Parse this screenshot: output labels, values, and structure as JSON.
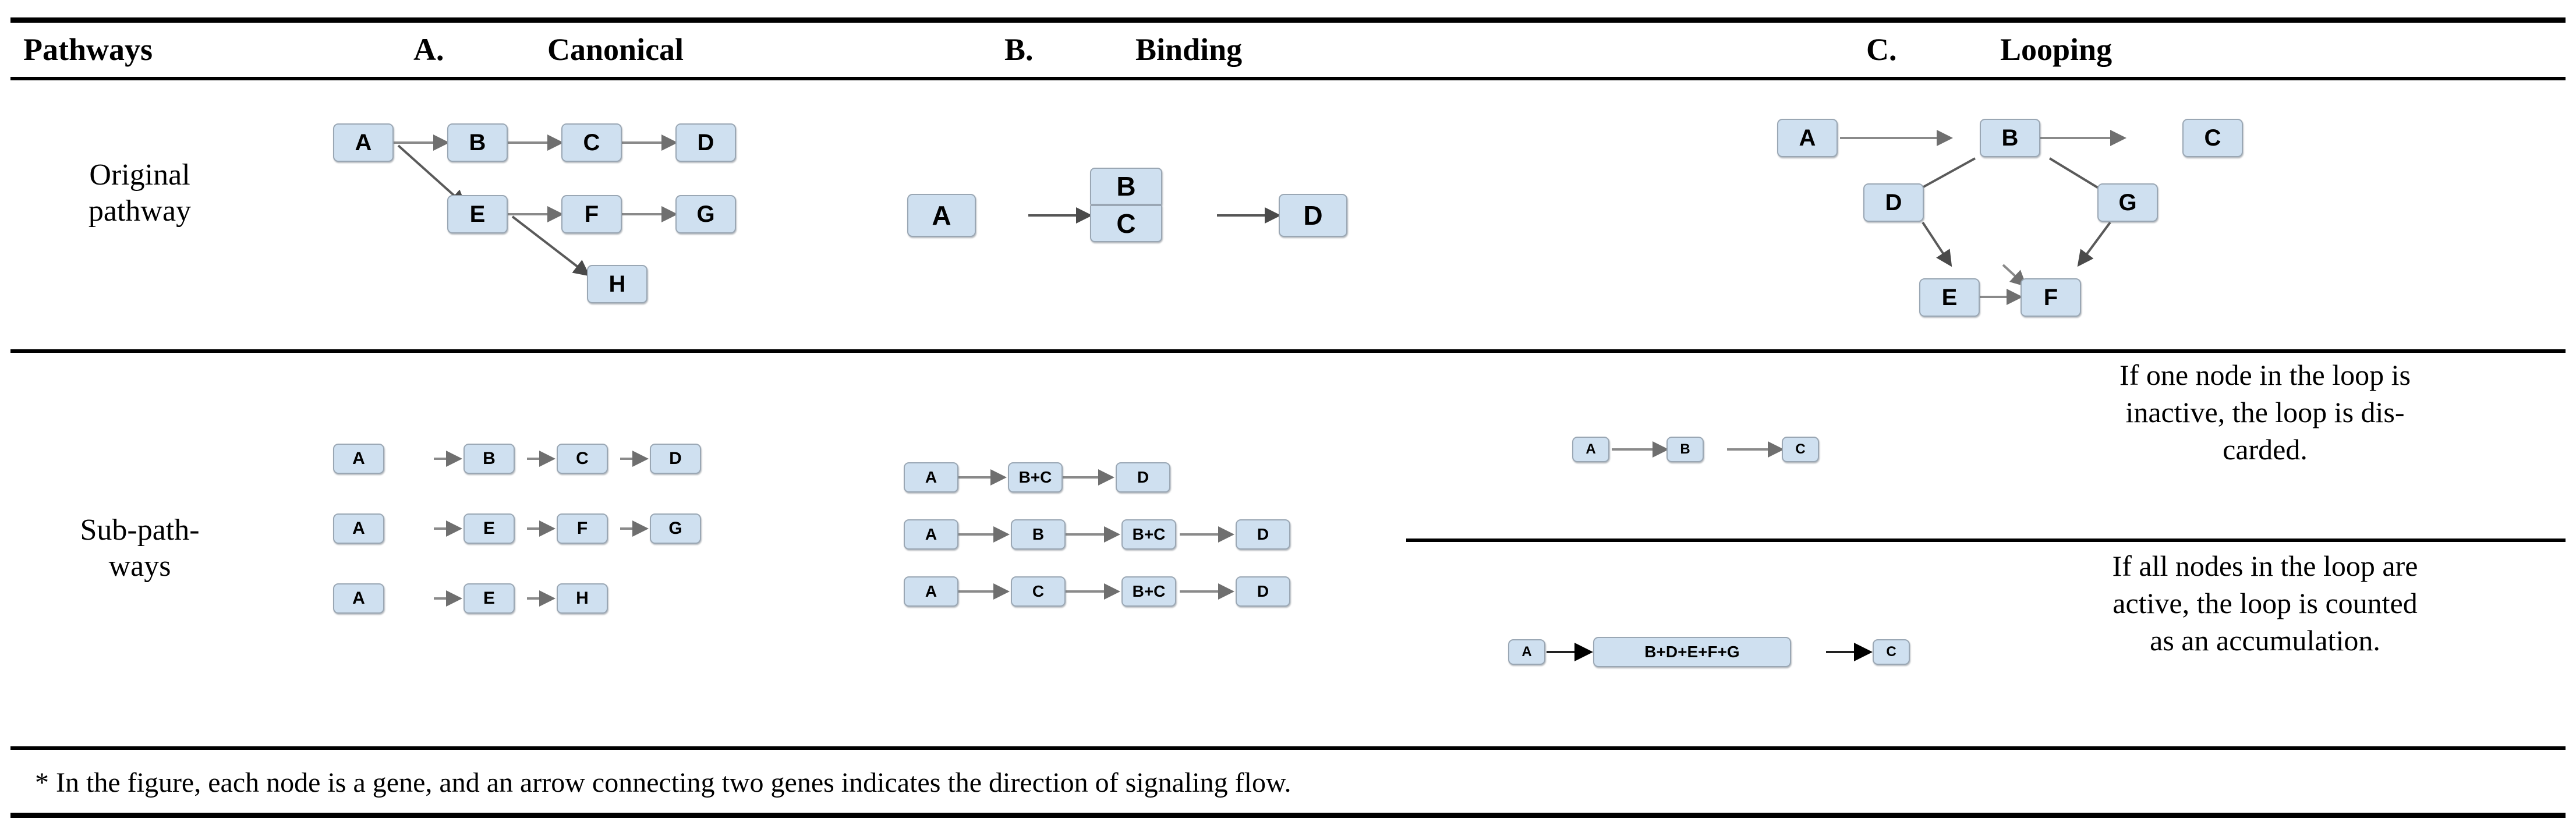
{
  "header": {
    "row_label_col": "Pathways",
    "columns": [
      {
        "letter": "A.",
        "title": "Canonical"
      },
      {
        "letter": "B.",
        "title": "Binding"
      },
      {
        "letter": "C.",
        "title": "Looping"
      }
    ]
  },
  "rows": [
    {
      "id": "original",
      "label_line1": "Original",
      "label_line2": "pathway"
    },
    {
      "id": "sub",
      "label_line1": "Sub-path-",
      "label_line2": "ways"
    }
  ],
  "original_pathway": {
    "canonical": {
      "nodes": [
        "A",
        "B",
        "C",
        "D",
        "E",
        "F",
        "G",
        "H"
      ],
      "edges": [
        [
          "A",
          "B"
        ],
        [
          "B",
          "C"
        ],
        [
          "C",
          "D"
        ],
        [
          "A",
          "E"
        ],
        [
          "E",
          "F"
        ],
        [
          "F",
          "G"
        ],
        [
          "E",
          "H"
        ]
      ]
    },
    "binding": {
      "nodes": [
        "A",
        "B",
        "C",
        "D"
      ],
      "complex": [
        "B",
        "C"
      ],
      "edges": [
        [
          "A",
          "B+C"
        ],
        [
          "B+C",
          "D"
        ]
      ]
    },
    "looping": {
      "nodes": [
        "A",
        "B",
        "C",
        "D",
        "E",
        "F",
        "G"
      ],
      "edges": [
        [
          "A",
          "B"
        ],
        [
          "B",
          "C"
        ],
        [
          "B",
          "D"
        ],
        [
          "D",
          "E"
        ],
        [
          "E",
          "F"
        ],
        [
          "F",
          "G"
        ],
        [
          "G",
          "B"
        ]
      ]
    }
  },
  "sub_pathways": {
    "canonical": [
      [
        "A",
        "B",
        "C",
        "D"
      ],
      [
        "A",
        "E",
        "F",
        "G"
      ],
      [
        "A",
        "E",
        "H"
      ]
    ],
    "binding": [
      [
        "A",
        "B+C",
        "D"
      ],
      [
        "A",
        "B",
        "B+C",
        "D"
      ],
      [
        "A",
        "C",
        "B+C",
        "D"
      ]
    ],
    "looping": [
      [
        "A",
        "B",
        "C"
      ],
      [
        "A",
        "B+D+E+F+G",
        "C"
      ]
    ],
    "notes": [
      "If one node in the loop is inactive, the loop is dis-carded.",
      "If all nodes in the loop are active, the loop is counted as an accumulation."
    ],
    "note_lines": [
      [
        "If one node in the loop is",
        "inactive, the loop is dis-",
        "carded."
      ],
      [
        "If all nodes in the loop are",
        "active, the loop is counted",
        "as an accumulation."
      ]
    ]
  },
  "footnote": "* In the figure, each node is a gene, and an arrow connecting two genes indicates the direction of signaling flow.",
  "colors": {
    "node_fill": "#cfe0f0",
    "node_border": "#9aa7b4",
    "edge": "#808080",
    "rule": "#000000",
    "text": "#000000"
  }
}
